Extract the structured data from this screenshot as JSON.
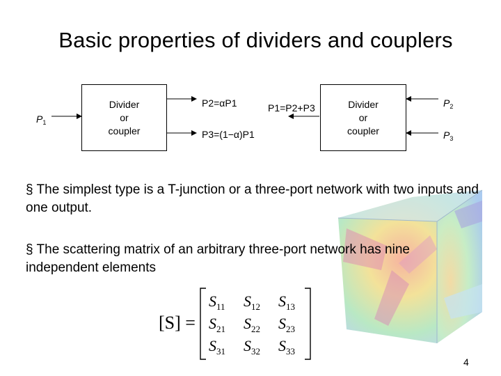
{
  "slide": {
    "title": "Basic properties of dividers and couplers",
    "page_number": "4"
  },
  "diagram": {
    "left": {
      "box_lines": [
        "Divider",
        "or",
        "coupler"
      ],
      "input_label": {
        "var": "P",
        "sub": "1"
      },
      "output_top_label": "P2=αP1",
      "output_bottom_label": "P3=(1−α)P1"
    },
    "right": {
      "box_lines": [
        "Divider",
        "or",
        "coupler"
      ],
      "output_label": "P1=P2+P3",
      "input_top_label": {
        "var": "P",
        "sub": "2"
      },
      "input_bottom_label": {
        "var": "P",
        "sub": "3"
      }
    }
  },
  "bullets": [
    {
      "marker": "§",
      "text": "The simplest type is a T-junction or a three-port network with two inputs and one output."
    },
    {
      "marker": "§",
      "text": "The scattering matrix of an arbitrary three-port network has nine independent elements"
    }
  ],
  "matrix": {
    "lhs": "[S] =",
    "symbol": "S",
    "rows": [
      [
        "11",
        "12",
        "13"
      ],
      [
        "21",
        "22",
        "23"
      ],
      [
        "31",
        "32",
        "33"
      ]
    ]
  }
}
